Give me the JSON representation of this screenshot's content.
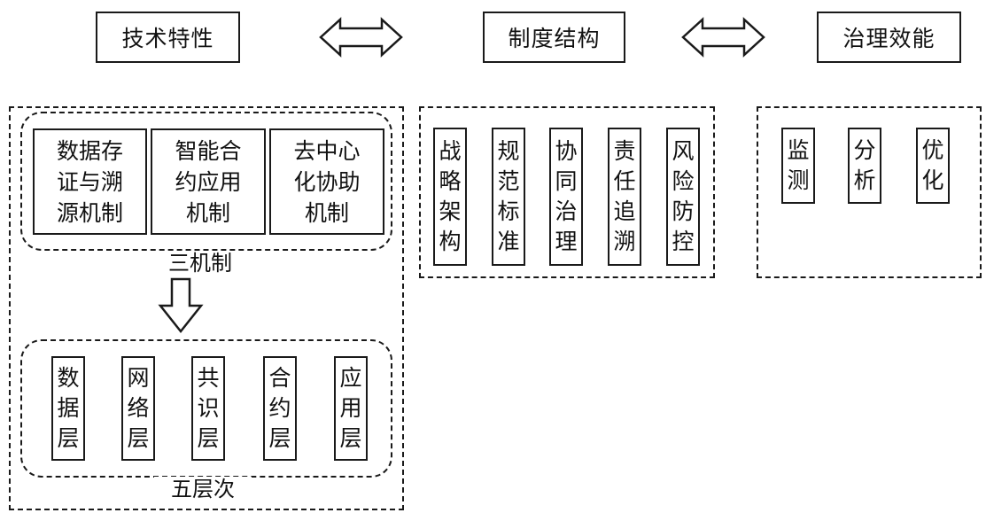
{
  "header": {
    "tech_label": "技术特性",
    "institution_label": "制度结构",
    "governance_label": "治理效能"
  },
  "tech_panel": {
    "mechanisms_caption": "三机制",
    "mechanisms": [
      "数据存\n证与溯\n源机制",
      "智能合\n约应用\n机制",
      "去中心\n化协助\n机制"
    ],
    "layers_caption": "五层次",
    "layers": [
      "数\n据\n层",
      "网\n络\n层",
      "共\n识\n层",
      "合\n约\n层",
      "应\n用\n层"
    ]
  },
  "institution_panel": {
    "items": [
      "战\n略\n架\n构",
      "规\n范\n标\n准",
      "协\n同\n治\n理",
      "责\n任\n追\n溯",
      "风\n险\n防\n控"
    ]
  },
  "governance_panel": {
    "items": [
      "监\n测",
      "分\n析",
      "优\n化"
    ]
  }
}
